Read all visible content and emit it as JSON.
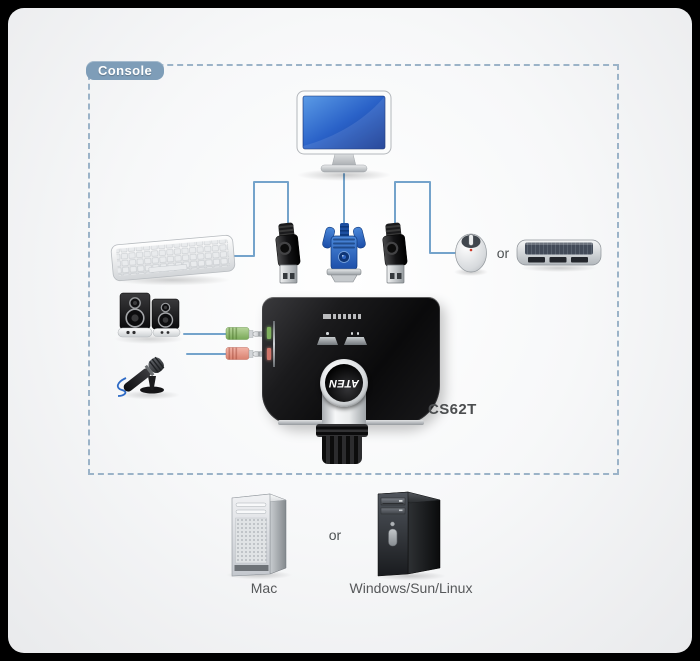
{
  "console": {
    "label": "Console",
    "or_label": "or"
  },
  "device": {
    "model": "CS62T",
    "logo": "ATEN"
  },
  "computers": {
    "mac_label": "Mac",
    "or_label": "or",
    "windows_label": "Windows/Sun/Linux"
  },
  "colors": {
    "frame": "#000000",
    "card_bg": "#f4f5f6",
    "console_label_bg": "#7e9db8",
    "dashed_border": "#9bb3c8",
    "cable_line": "#74a3cb",
    "screen_blue": "#2a62c8",
    "speaker_jack_green": "#8fbf72",
    "mic_jack_pink": "#e39a8c",
    "device_body": "#141416",
    "model_text": "#4b4d4f",
    "label_text": "#56585a"
  },
  "icons": {
    "monitor": "flat-panel display with blue screen",
    "keyboard": "white console keyboard",
    "usb_connector": "black USB type-A plug (x2)",
    "vga_connector": "blue VGA HDB-15 plug",
    "mouse": "white usb mouse",
    "slim_keyboard": "slim low-profile keyboard alternative",
    "speakers": "stereo speaker pair",
    "microphone": "desk microphone",
    "audio_plug_green": "3.5mm speaker jack",
    "audio_plug_pink": "3.5mm microphone jack",
    "kvm_switch": "ATEN CS62T kvm switch with remote port selector",
    "mac_tower": "Mac desktop tower",
    "windows_tower": "Windows/Sun/Linux tower PC"
  }
}
